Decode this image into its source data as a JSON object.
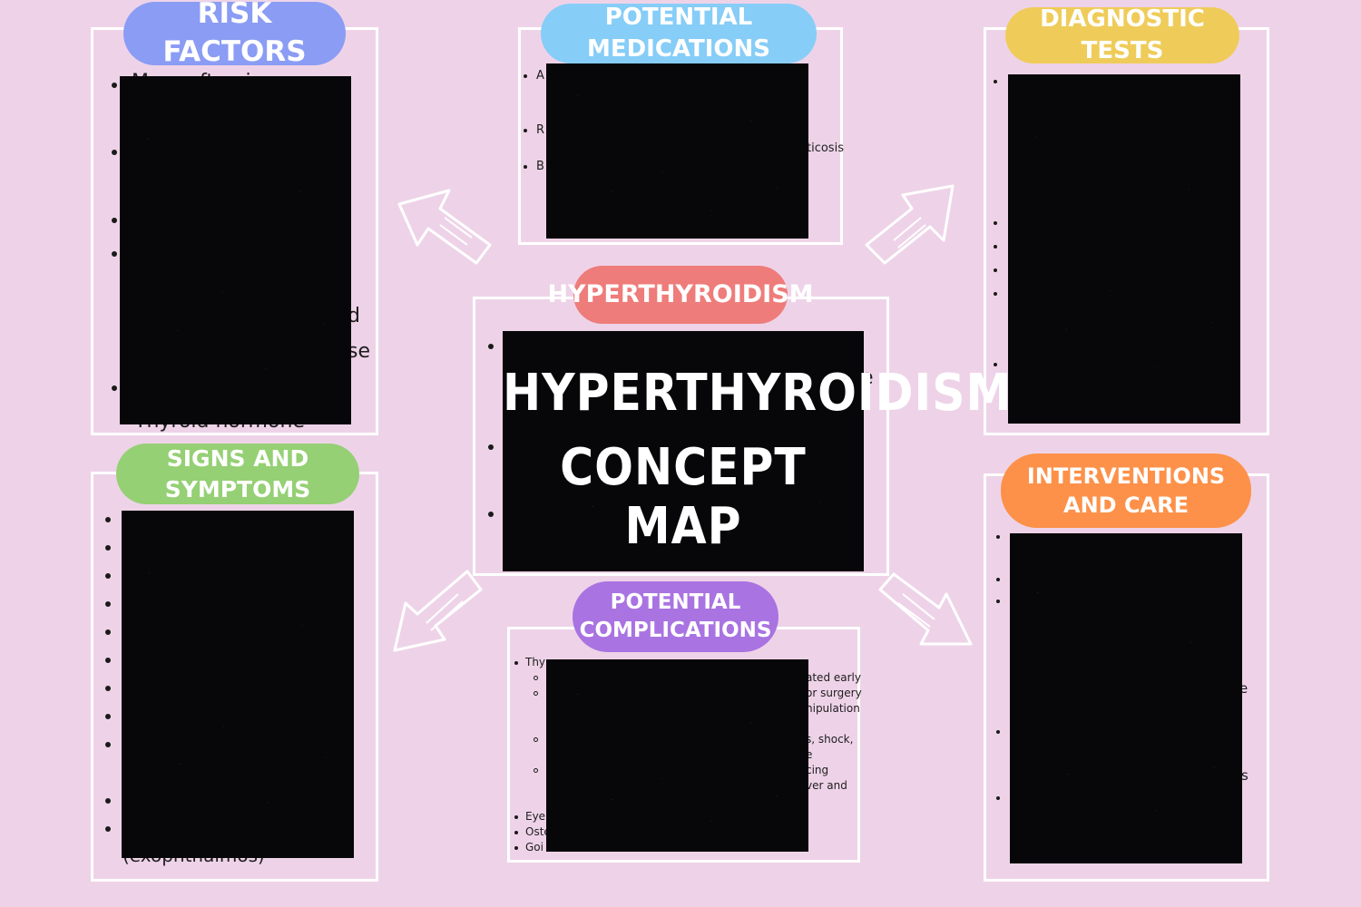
{
  "sections": {
    "risk_factors": {
      "title": "RISK FACTORS",
      "color": "#8b9cf4",
      "visible_text": [
        "More often in women",
        "d",
        "se",
        "Thyroid hormone"
      ]
    },
    "potential_medications": {
      "title": "POTENTIAL MEDICATIONS",
      "color": "#86cdf7",
      "visible_text": [
        "A",
        "R",
        "ticosis",
        "B"
      ]
    },
    "diagnostic_tests": {
      "title": "DIAGNOSTIC TESTS",
      "color": "#efcc5a"
    },
    "hyperthyroidism": {
      "title": "HYPERTHYROIDISM",
      "color": "#ee7c7a",
      "visible_text": [
        "e"
      ]
    },
    "signs_and_symptoms": {
      "title": "SIGNS AND SYMPTOMS",
      "color": "#95d074",
      "visible_text": [
        "(exophthalmos)"
      ]
    },
    "interventions_and_care": {
      "title": "INTERVENTIONS AND CARE",
      "color": "#fd9149",
      "visible_text": [
        "e",
        "s"
      ]
    },
    "potential_complications": {
      "title": "POTENTIAL COMPLICATIONS",
      "color": "#a973e2",
      "visible_text": [
        "Thyr",
        "ated early",
        "or surgery",
        "nipulation",
        "s, shock,",
        "e",
        "cing",
        "ver and",
        "Eye",
        "Oste",
        "Goi"
      ]
    }
  },
  "center_title": {
    "line1": "HYPERTHYROIDISM",
    "line2": "CONCEPT MAP"
  }
}
